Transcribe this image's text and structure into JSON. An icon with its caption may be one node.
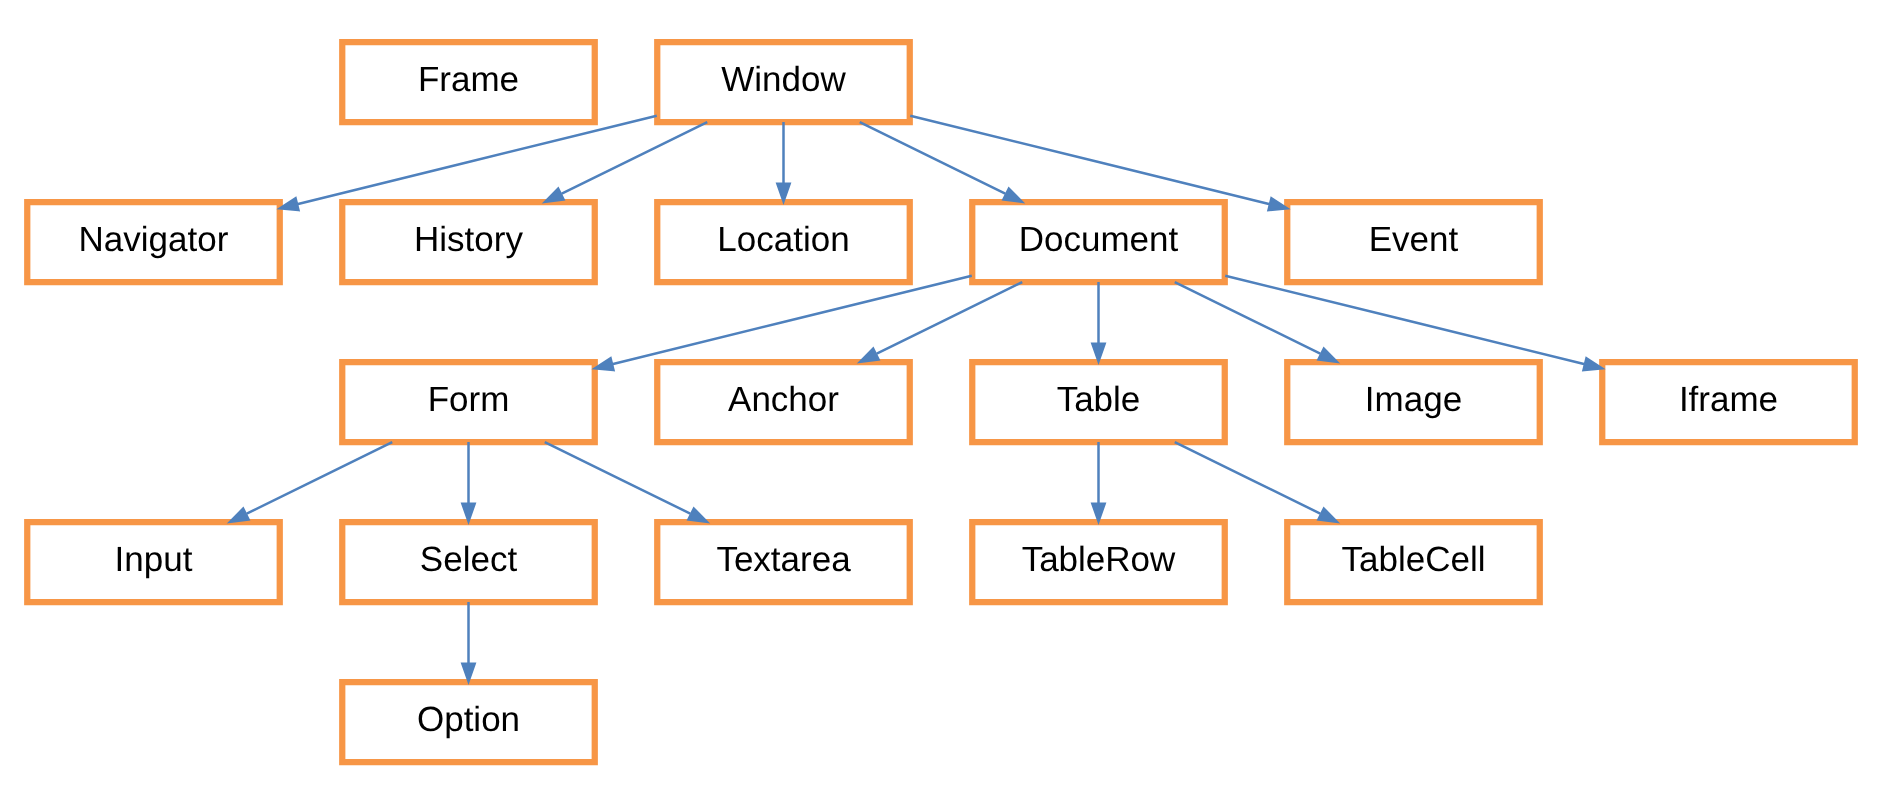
{
  "diagram": {
    "nodes": [
      {
        "text": [
          "Frame"
        ]
      },
      {
        "text": [
          "Window"
        ]
      },
      {
        "text": [
          "Navigator"
        ]
      },
      {
        "text": [
          "History"
        ]
      },
      {
        "text": [
          "Location"
        ]
      },
      {
        "text": [
          "Document"
        ]
      },
      {
        "text": [
          "Event"
        ]
      },
      {
        "text": [
          "Form"
        ]
      },
      {
        "text": [
          "Anchor"
        ]
      },
      {
        "text": [
          "Table"
        ]
      },
      {
        "text": [
          "Image"
        ]
      },
      {
        "text": [
          "Iframe"
        ]
      },
      {
        "text": [
          "Input"
        ]
      },
      {
        "text": [
          "Select"
        ]
      },
      {
        "text": [
          "Textarea"
        ]
      },
      {
        "text": [
          "TableRow"
        ]
      },
      {
        "text": [
          "TableCell"
        ]
      },
      {
        "text": [
          "Option"
        ]
      }
    ],
    "edges": [
      {
        "from": 1,
        "to": 2,
        "arrow": "to"
      },
      {
        "from": 1,
        "to": 3,
        "arrow": "to"
      },
      {
        "from": 1,
        "to": 4,
        "arrow": "to"
      },
      {
        "from": 1,
        "to": 5,
        "arrow": "to"
      },
      {
        "from": 1,
        "to": 6,
        "arrow": "to"
      },
      {
        "from": 5,
        "to": 7,
        "arrow": "to"
      },
      {
        "from": 5,
        "to": 8,
        "arrow": "to"
      },
      {
        "from": 5,
        "to": 9,
        "arrow": "to"
      },
      {
        "from": 5,
        "to": 10,
        "arrow": "to"
      },
      {
        "from": 5,
        "to": 11,
        "arrow": "to"
      },
      {
        "from": 7,
        "to": 12,
        "arrow": "to"
      },
      {
        "from": 7,
        "to": 13,
        "arrow": "to"
      },
      {
        "from": 7,
        "to": 14,
        "arrow": "to"
      },
      {
        "from": 9,
        "to": 15,
        "arrow": "to"
      },
      {
        "from": 9,
        "to": 16,
        "arrow": "to"
      },
      {
        "from": 13,
        "to": 17,
        "arrow": "to"
      }
    ]
  }
}
